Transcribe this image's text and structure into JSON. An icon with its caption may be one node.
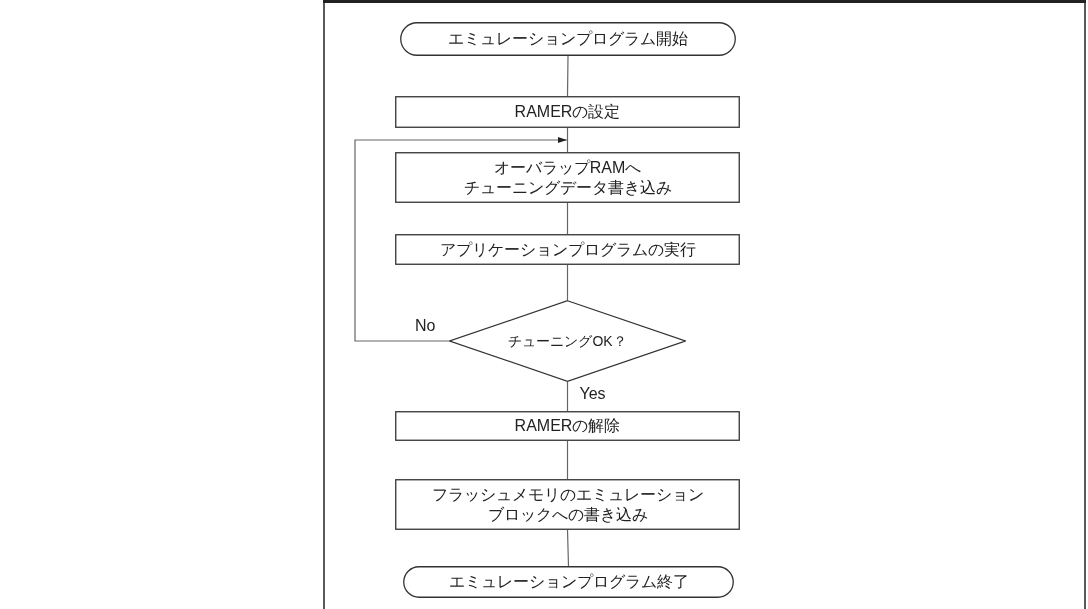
{
  "diagram": {
    "nodes": [
      {
        "text": [
          "エミュレーションプログラム開始"
        ]
      },
      {
        "text": [
          "RAMERの設定"
        ]
      },
      {
        "text": [
          "オーバラップRAMへチューニングデータ書き込み"
        ]
      },
      {
        "text": [
          "アプリケーションプログラムの実行"
        ]
      },
      {
        "text": [
          "チューニングOK？"
        ]
      },
      {
        "text": [
          "RAMERの解除"
        ]
      },
      {
        "text": [
          "フラッシュメモリのエミュレーションブロックへの書き込み"
        ]
      },
      {
        "text": [
          "エミュレーションプログラム終了"
        ]
      }
    ],
    "edges": [
      {
        "from": 0,
        "to": 1,
        "arrow": "none"
      },
      {
        "from": 1,
        "to": 2,
        "arrow": "none"
      },
      {
        "from": 2,
        "to": 3,
        "arrow": "none"
      },
      {
        "from": 3,
        "to": 4,
        "arrow": "none"
      },
      {
        "from": 4,
        "to": 2,
        "arrow": "to",
        "label": "No"
      },
      {
        "from": 4,
        "to": 5,
        "arrow": "none",
        "label": "Yes"
      },
      {
        "from": 5,
        "to": 6,
        "arrow": "none"
      },
      {
        "from": 6,
        "to": 7,
        "arrow": "none"
      }
    ]
  }
}
